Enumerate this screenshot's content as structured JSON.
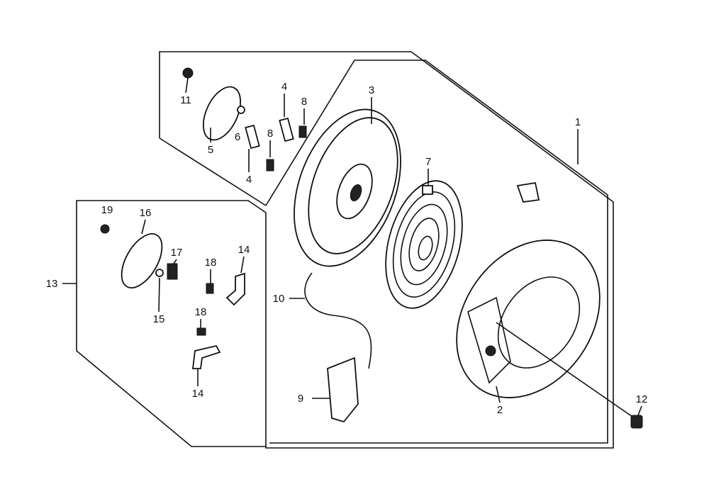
{
  "diagram": {
    "title": "Recoil starter exploded view",
    "callouts": [
      {
        "id": "c1",
        "text": "1"
      },
      {
        "id": "c2",
        "text": "2"
      },
      {
        "id": "c3",
        "text": "3"
      },
      {
        "id": "c4a",
        "text": "4"
      },
      {
        "id": "c4b",
        "text": "4"
      },
      {
        "id": "c5",
        "text": "5"
      },
      {
        "id": "c6",
        "text": "6"
      },
      {
        "id": "c7",
        "text": "7"
      },
      {
        "id": "c8a",
        "text": "8"
      },
      {
        "id": "c8b",
        "text": "8"
      },
      {
        "id": "c9",
        "text": "9"
      },
      {
        "id": "c10",
        "text": "10"
      },
      {
        "id": "c11",
        "text": "11"
      },
      {
        "id": "c12",
        "text": "12"
      },
      {
        "id": "c13",
        "text": "13"
      },
      {
        "id": "c14a",
        "text": "14"
      },
      {
        "id": "c14b",
        "text": "14"
      },
      {
        "id": "c15",
        "text": "15"
      },
      {
        "id": "c16",
        "text": "16"
      },
      {
        "id": "c17",
        "text": "17"
      },
      {
        "id": "c18a",
        "text": "18"
      },
      {
        "id": "c18b",
        "text": "18"
      },
      {
        "id": "c19",
        "text": "19"
      }
    ]
  }
}
